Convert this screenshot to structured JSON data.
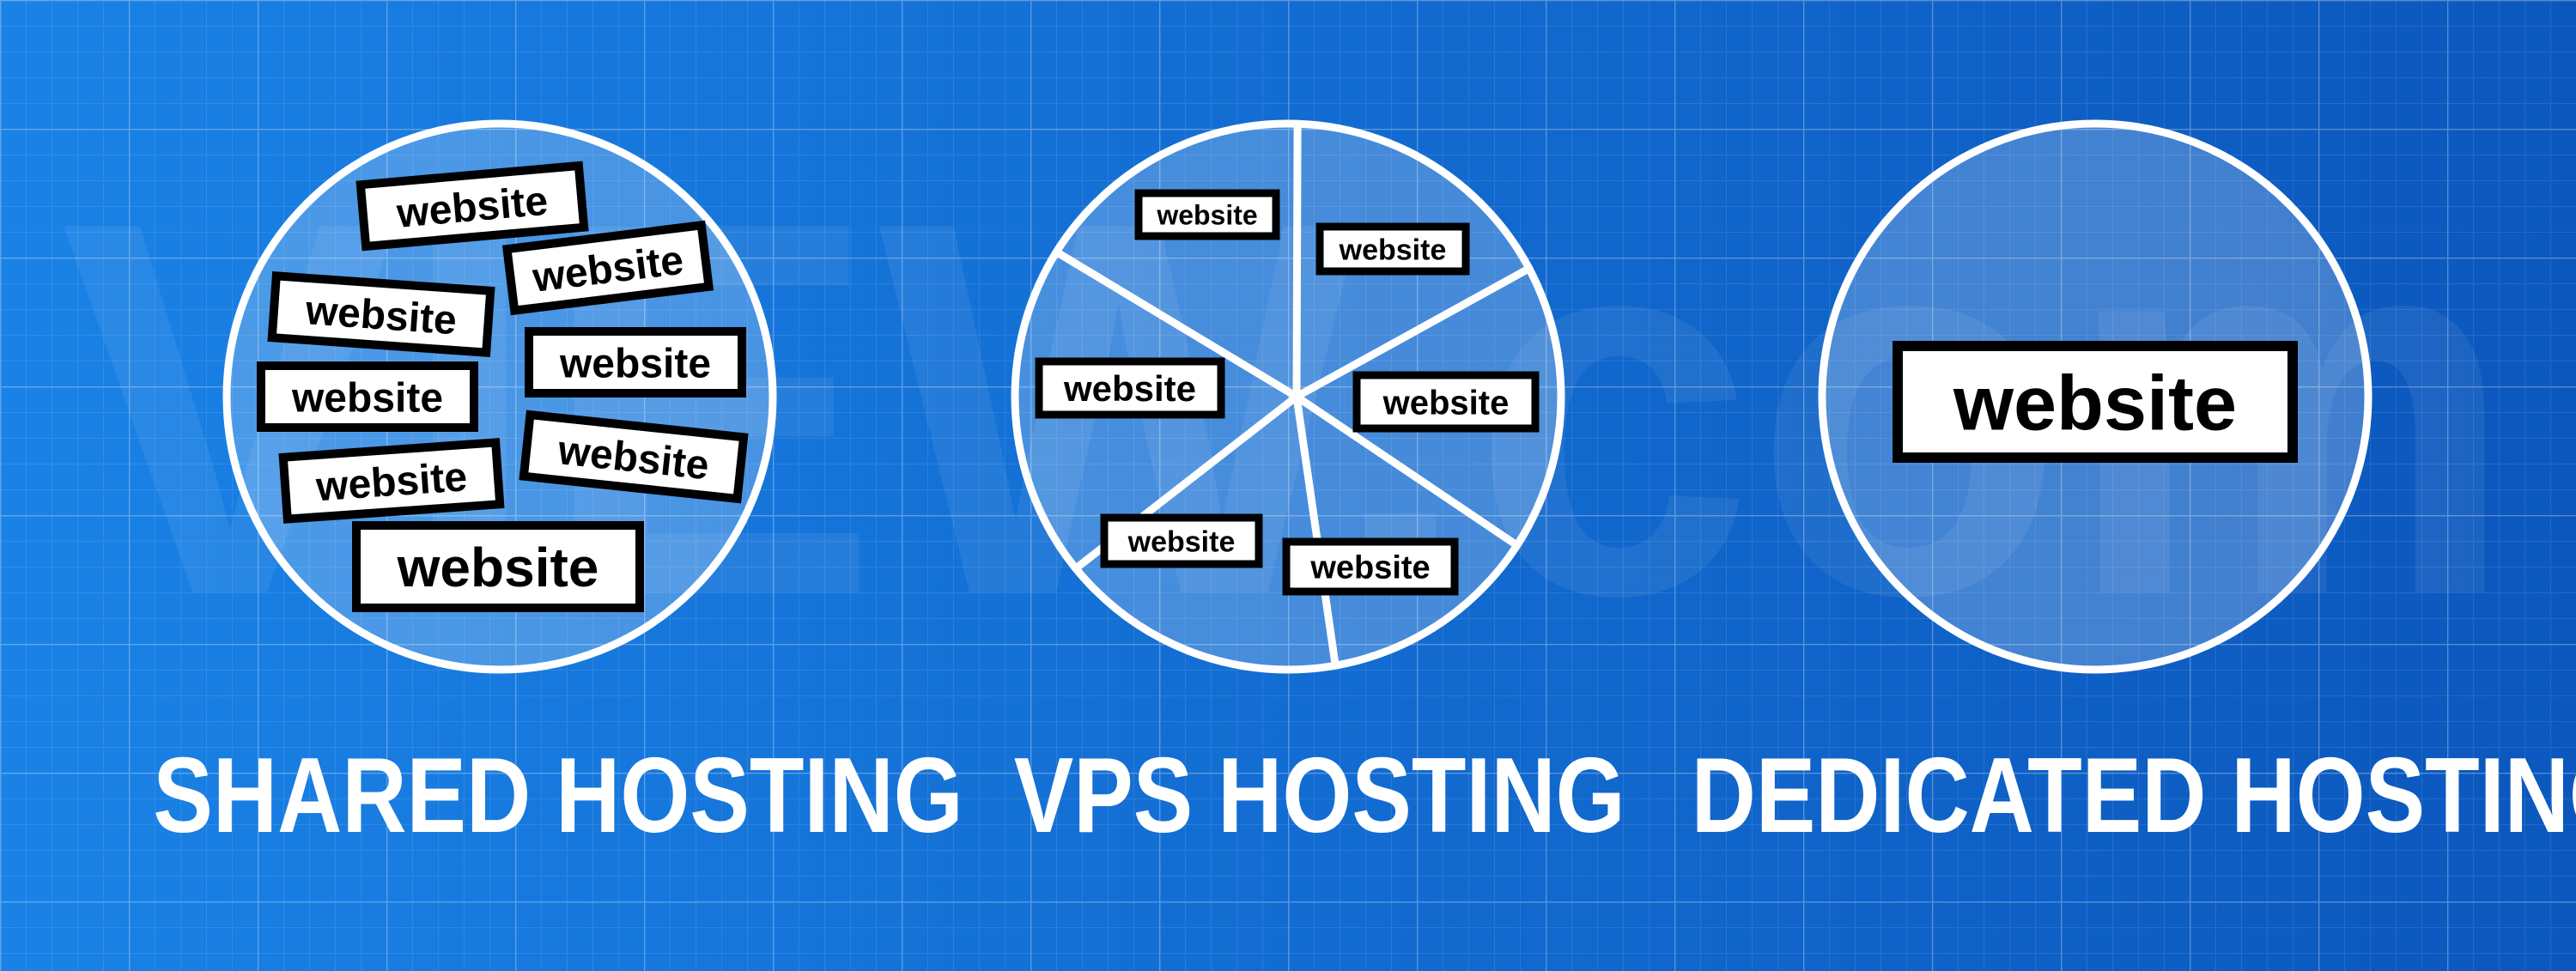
{
  "colors": {
    "background_left": "#1a82e6",
    "background_right": "#0b57bd",
    "circle_stroke": "#ffffff",
    "circle_fill": "rgba(255,255,255,0.22)",
    "badge_fill": "#ffffff",
    "badge_border": "#000000",
    "badge_text": "#000000",
    "label_text": "#ffffff"
  },
  "watermark": "VIEW.com",
  "panels": [
    {
      "id": "shared",
      "title": "SHARED HOSTING",
      "badges": [
        "website",
        "website",
        "website",
        "website",
        "website",
        "website",
        "website",
        "website"
      ]
    },
    {
      "id": "vps",
      "title": "VPS HOSTING",
      "badges": [
        "website",
        "website",
        "website",
        "website",
        "website",
        "website"
      ]
    },
    {
      "id": "dedicated",
      "title": "DEDICATED HOSTING",
      "badges": [
        "website"
      ]
    }
  ]
}
